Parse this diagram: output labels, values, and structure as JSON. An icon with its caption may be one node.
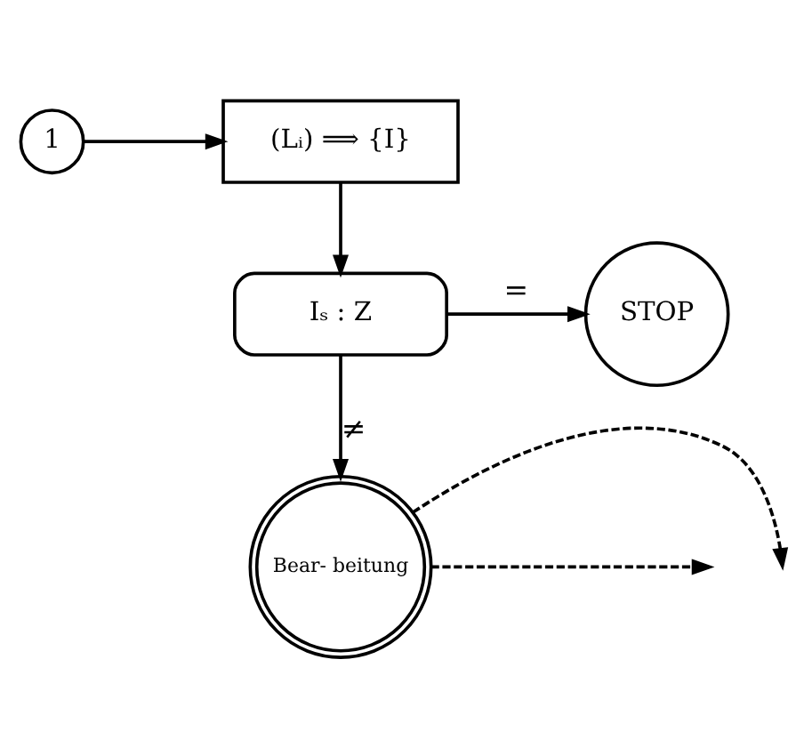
{
  "diagram": {
    "nodes": [
      {
        "text": [
          "1"
        ]
      },
      {
        "text": [
          "(Lᵢ) ⟹ {I}"
        ]
      },
      {
        "text": [
          "Iₛ : Z"
        ]
      },
      {
        "text": [
          "STOP"
        ]
      },
      {
        "text": [
          "Bear- beitung"
        ]
      }
    ],
    "edges": [
      {
        "from": 0,
        "to": 1,
        "arrow": "to"
      },
      {
        "from": 1,
        "to": 2,
        "arrow": "to"
      },
      {
        "from": 2,
        "to": 3,
        "arrow": "to",
        "label": "="
      },
      {
        "from": 2,
        "to": 4,
        "arrow": "to",
        "label": "≠"
      },
      {
        "from": 4,
        "to": null,
        "arrow": "to",
        "style": "dashed"
      },
      {
        "from": 4,
        "to": null,
        "arrow": "to",
        "style": "dashed"
      }
    ]
  }
}
